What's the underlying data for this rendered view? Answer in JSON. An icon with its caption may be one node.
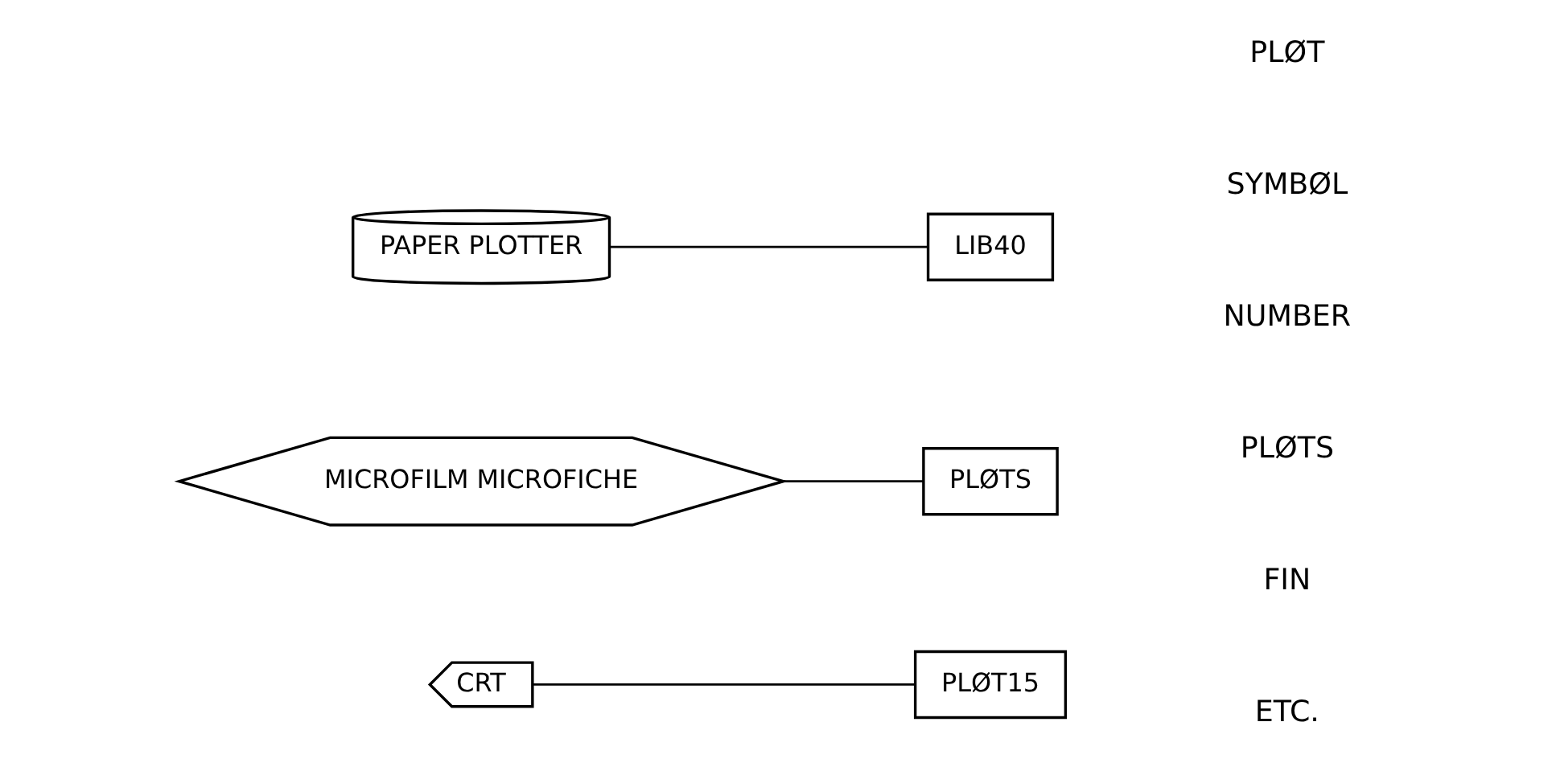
{
  "diagram": {
    "nodes": [
      {
        "text": [
          "PAPER PLOTTER"
        ]
      },
      {
        "text": [
          "LIB40"
        ]
      },
      {
        "text": [
          "MICROFILM MICROFICHE"
        ]
      },
      {
        "text": [
          "PLØTS"
        ]
      },
      {
        "text": [
          "CRT"
        ]
      },
      {
        "text": [
          "PLØT15"
        ]
      }
    ],
    "edges": [
      {
        "from": 0,
        "to": 1,
        "arrow": "none"
      },
      {
        "from": 2,
        "to": 3,
        "arrow": "none"
      },
      {
        "from": 4,
        "to": 5,
        "arrow": "none"
      }
    ],
    "labels": [
      "PLØT",
      "SYMBØL",
      "NUMBER",
      "PLØTS",
      "FIN",
      "ETC."
    ]
  }
}
